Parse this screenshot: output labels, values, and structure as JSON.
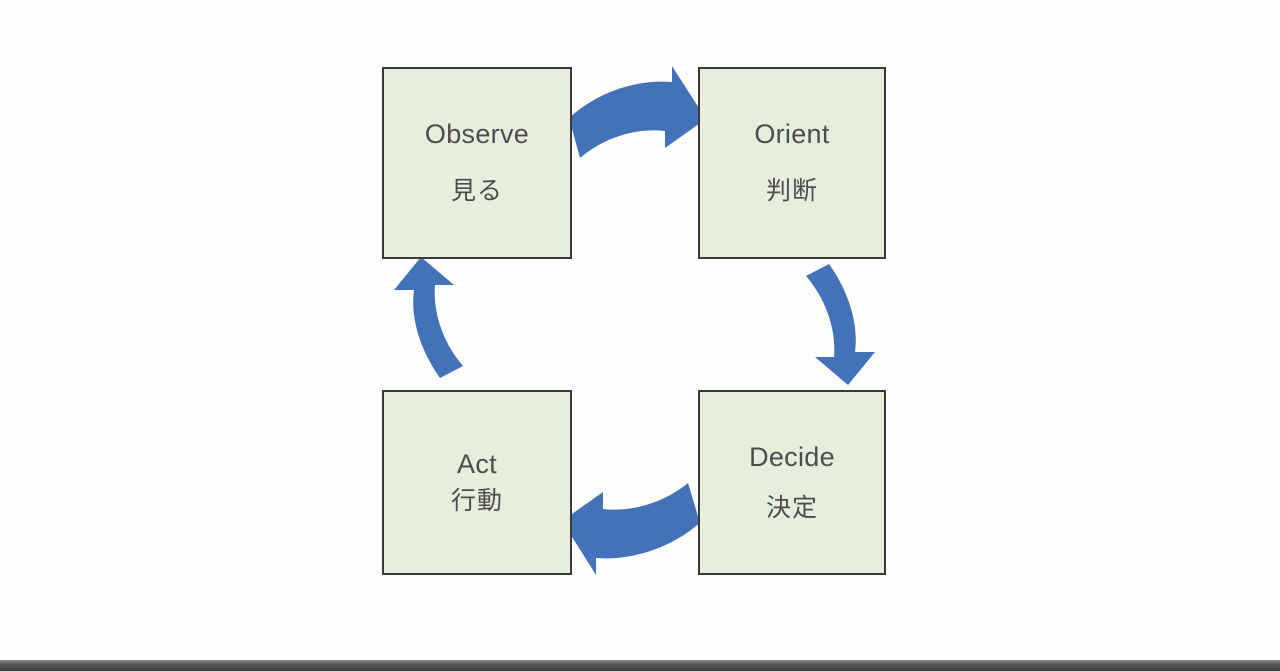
{
  "diagram": {
    "type": "cycle",
    "direction": "clockwise",
    "colors": {
      "node_fill": "#e7eedc",
      "node_border": "#3a3a3a",
      "node_text": "#4d4d4d",
      "arrow": "#4472b8",
      "canvas": "#ffffff"
    },
    "nodes": [
      {
        "id": "observe",
        "label_en": "Observe",
        "label_ja": "見る"
      },
      {
        "id": "orient",
        "label_en": "Orient",
        "label_ja": "判断"
      },
      {
        "id": "decide",
        "label_en": "Decide",
        "label_ja": "決定"
      },
      {
        "id": "act",
        "label_en": "Act",
        "label_ja": "行動"
      }
    ],
    "arrows": [
      {
        "id": "observe-to-orient",
        "from": "observe",
        "to": "orient",
        "direction": "right"
      },
      {
        "id": "orient-to-decide",
        "from": "orient",
        "to": "decide",
        "direction": "down"
      },
      {
        "id": "decide-to-act",
        "from": "decide",
        "to": "act",
        "direction": "left"
      },
      {
        "id": "act-to-observe",
        "from": "act",
        "to": "observe",
        "direction": "up"
      }
    ]
  },
  "player": {
    "bar_color": "#3c3c3c"
  }
}
